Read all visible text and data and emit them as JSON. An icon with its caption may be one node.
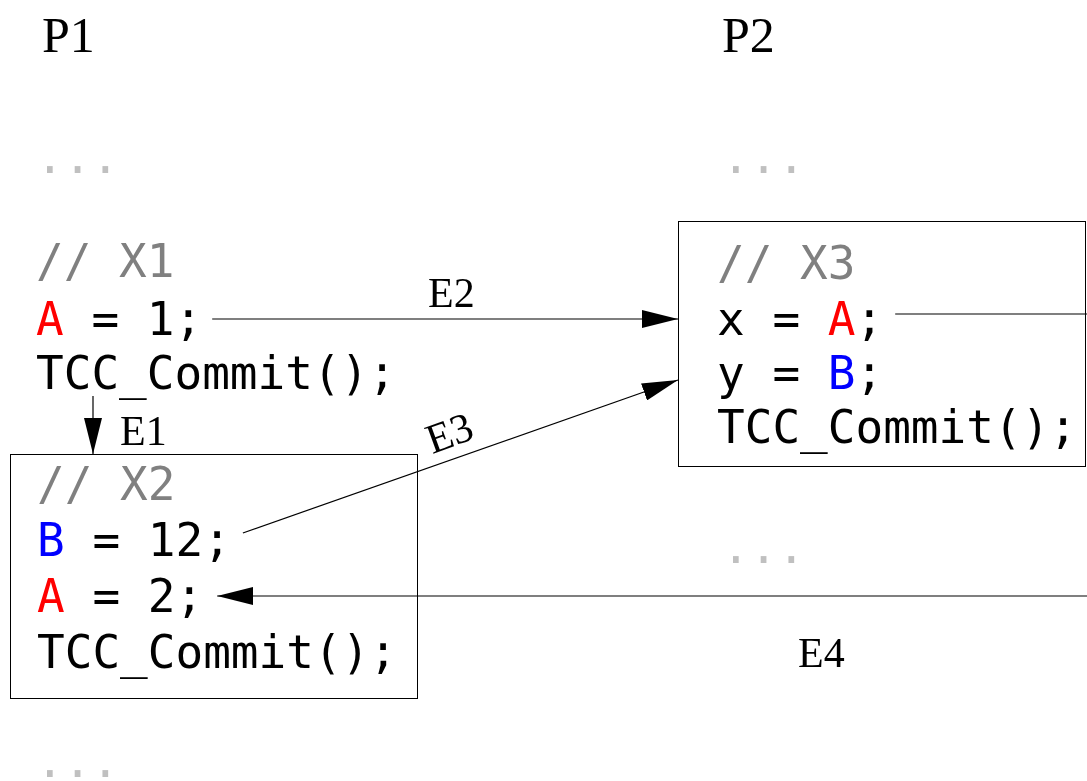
{
  "diagram": {
    "nodes": [
      {
        "text": [
          "A = 1;"
        ]
      },
      {
        "text": [
          "TCC_Commit();"
        ]
      },
      {
        "text": [
          "// X2"
        ]
      },
      {
        "text": [
          "B = 12;"
        ],
        "in": 2
      },
      {
        "text": [
          "A = 2;"
        ],
        "in": 2
      },
      {
        "text": [
          "TCC_Commit();"
        ],
        "in": 2
      },
      {
        "text": [
          "// X3"
        ]
      },
      {
        "text": [
          "x = A;"
        ],
        "in": 6
      },
      {
        "text": [
          "y = B;"
        ],
        "in": 6
      },
      {
        "text": [
          "TCC_Commit();"
        ],
        "in": 6
      }
    ],
    "edges": [
      {
        "from": 1,
        "to": 2,
        "arrow": "to",
        "label": "E1"
      },
      {
        "from": 0,
        "to": 6,
        "arrow": "to",
        "label": "E2"
      },
      {
        "from": 3,
        "to": 6,
        "arrow": "to",
        "label": "E3"
      },
      {
        "from": null,
        "to": 4,
        "arrow": "to",
        "label": "E4"
      },
      {
        "from": 7,
        "to": null,
        "arrow": "none"
      }
    ],
    "labels": [
      "P1",
      "P2",
      "...",
      "...",
      "// X1",
      "...",
      "..."
    ]
  }
}
